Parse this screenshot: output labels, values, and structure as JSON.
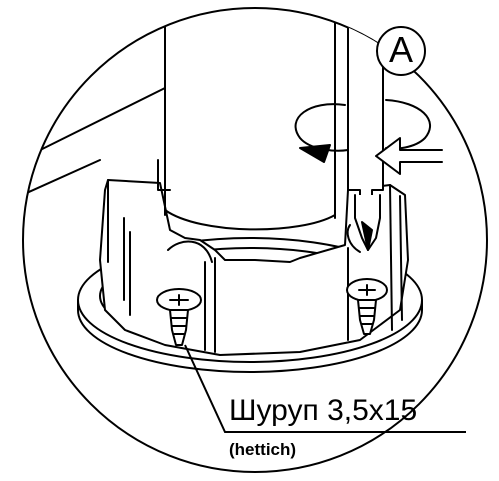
{
  "callout": {
    "letter": "A"
  },
  "screw": {
    "label": "Шуруп 3,5х15",
    "brand": "(hettich)"
  }
}
